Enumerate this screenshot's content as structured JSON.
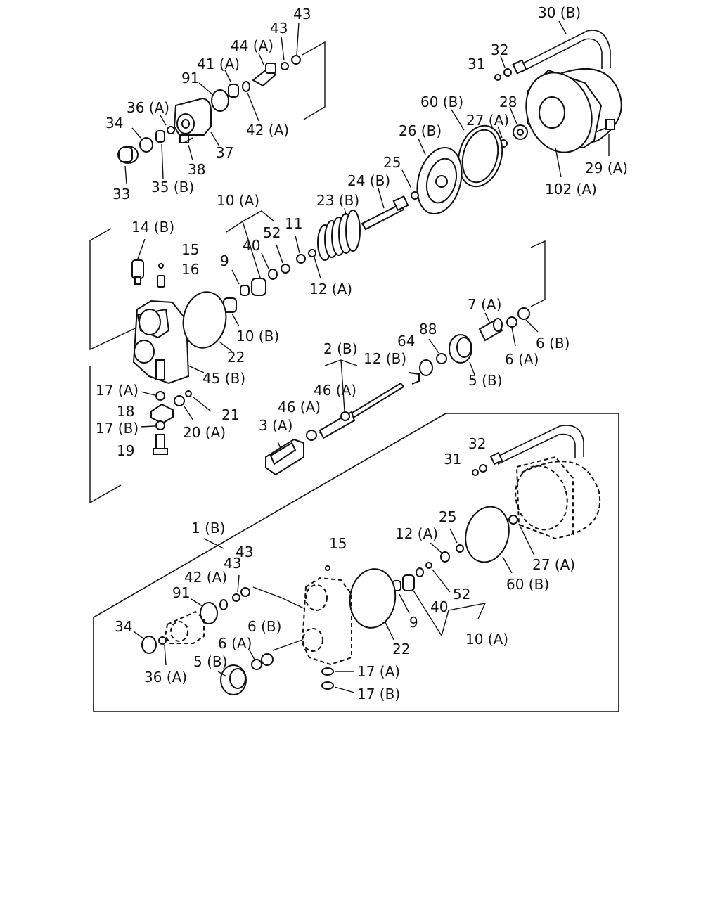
{
  "labels": {
    "l30b_1": "30 (B)",
    "l32_1": "32",
    "l31_1": "31",
    "l43_a": "43",
    "l43_b": "43",
    "l44a": "44 (A)",
    "l41a": "41 (A)",
    "l91_1": "91",
    "l42a_1": "42 (A)",
    "l36a_1": "36 (A)",
    "l34_1": "34",
    "l33": "33",
    "l35b": "35 (B)",
    "l38": "38",
    "l37": "37",
    "l60b_1": "60 (B)",
    "l28": "28",
    "l27a_1": "27 (A)",
    "l26b": "26 (B)",
    "l29a": "29 (A)",
    "l102a": "102 (A)",
    "l25_1": "25",
    "l24b": "24 (B)",
    "l23b": "23 (B)",
    "l10a_1": "10 (A)",
    "l52_1": "52",
    "l11": "11",
    "l40_1": "40",
    "l9_1": "9",
    "l12a_1": "12 (A)",
    "l10b": "10 (B)",
    "l14b": "14 (B)",
    "l15_1": "15",
    "l16": "16",
    "l22_1": "22",
    "l45b": "45 (B)",
    "l7a": "7 (A)",
    "l6b_1": "6 (B)",
    "l6a_1": "6 (A)",
    "l88": "88",
    "l64": "64",
    "l2b": "2 (B)",
    "l12b": "12 (B)",
    "l5b_1": "5 (B)",
    "l46a_1": "46 (A)",
    "l46a_2": "46 (A)",
    "l3a": "3 (A)",
    "l17a_1": "17 (A)",
    "l18": "18",
    "l17b_1": "17 (B)",
    "l19": "19",
    "l20a": "20 (A)",
    "l21": "21",
    "l32_2": "32",
    "l31_2": "31",
    "l1b": "1 (B)",
    "l15_2": "15",
    "l25_2": "25",
    "l12a_2": "12 (A)",
    "l27a_2": "27 (A)",
    "l60b_2": "60 (B)",
    "l52_2": "52",
    "l40_2": "40",
    "l9_2": "9",
    "l10a_2": "10 (A)",
    "l22_2": "22",
    "l43_c": "43",
    "l43_d": "43",
    "l42a_2": "42 (A)",
    "l91_2": "91",
    "l34_2": "34",
    "l36a_2": "36 (A)",
    "l6b_2": "6 (B)",
    "l6a_2": "6 (A)",
    "l5b_2": "5 (B)",
    "l17a_2": "17 (A)",
    "l17b_2": "17 (B)"
  }
}
